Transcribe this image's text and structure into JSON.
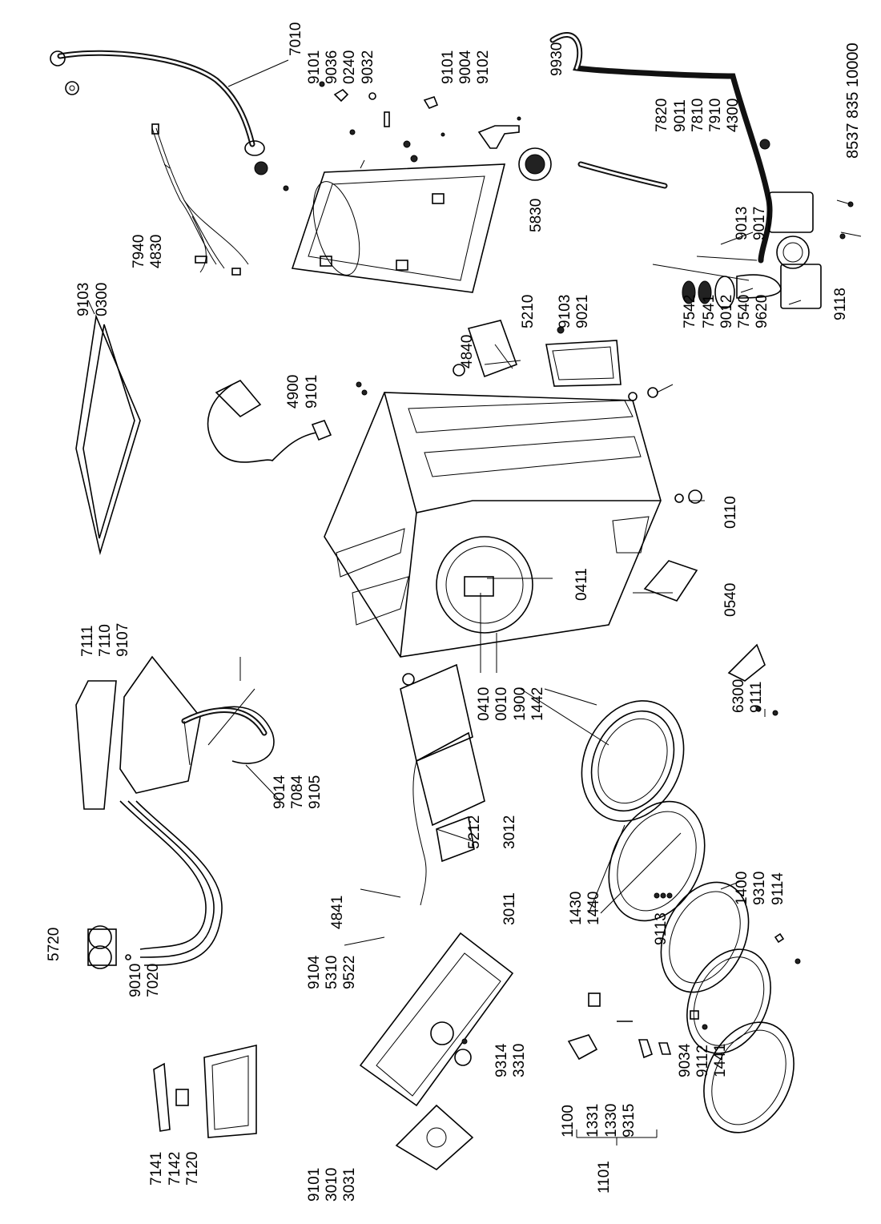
{
  "document": {
    "number": "8537 835 10000"
  },
  "labels": [
    "7010",
    "9101",
    "9036",
    "0240",
    "9032",
    "9101",
    "9004",
    "9102",
    "9930",
    "7820",
    "9011",
    "7810",
    "7910",
    "4300",
    "9103",
    "0300",
    "7940",
    "4830",
    "5830",
    "9013",
    "9017",
    "5210",
    "9103",
    "9021",
    "4840",
    "7542",
    "7541",
    "9012",
    "7540",
    "9620",
    "9118",
    "4900",
    "9101",
    "0110",
    "0411",
    "0540",
    "7111",
    "7110",
    "9107",
    "0410",
    "0010",
    "1900",
    "1442",
    "9014",
    "7084",
    "9105",
    "6300",
    "9111",
    "5212",
    "3012",
    "1400",
    "9310",
    "9114",
    "4841",
    "3011",
    "1430",
    "1440",
    "9113",
    "5720",
    "9104",
    "5310",
    "9522",
    "9010",
    "7020",
    "9314",
    "3310",
    "9034",
    "9112",
    "1441",
    "1100",
    "1331",
    "1330",
    "9315",
    "1101",
    "7141",
    "7142",
    "7120",
    "9101",
    "3010",
    "3031"
  ]
}
